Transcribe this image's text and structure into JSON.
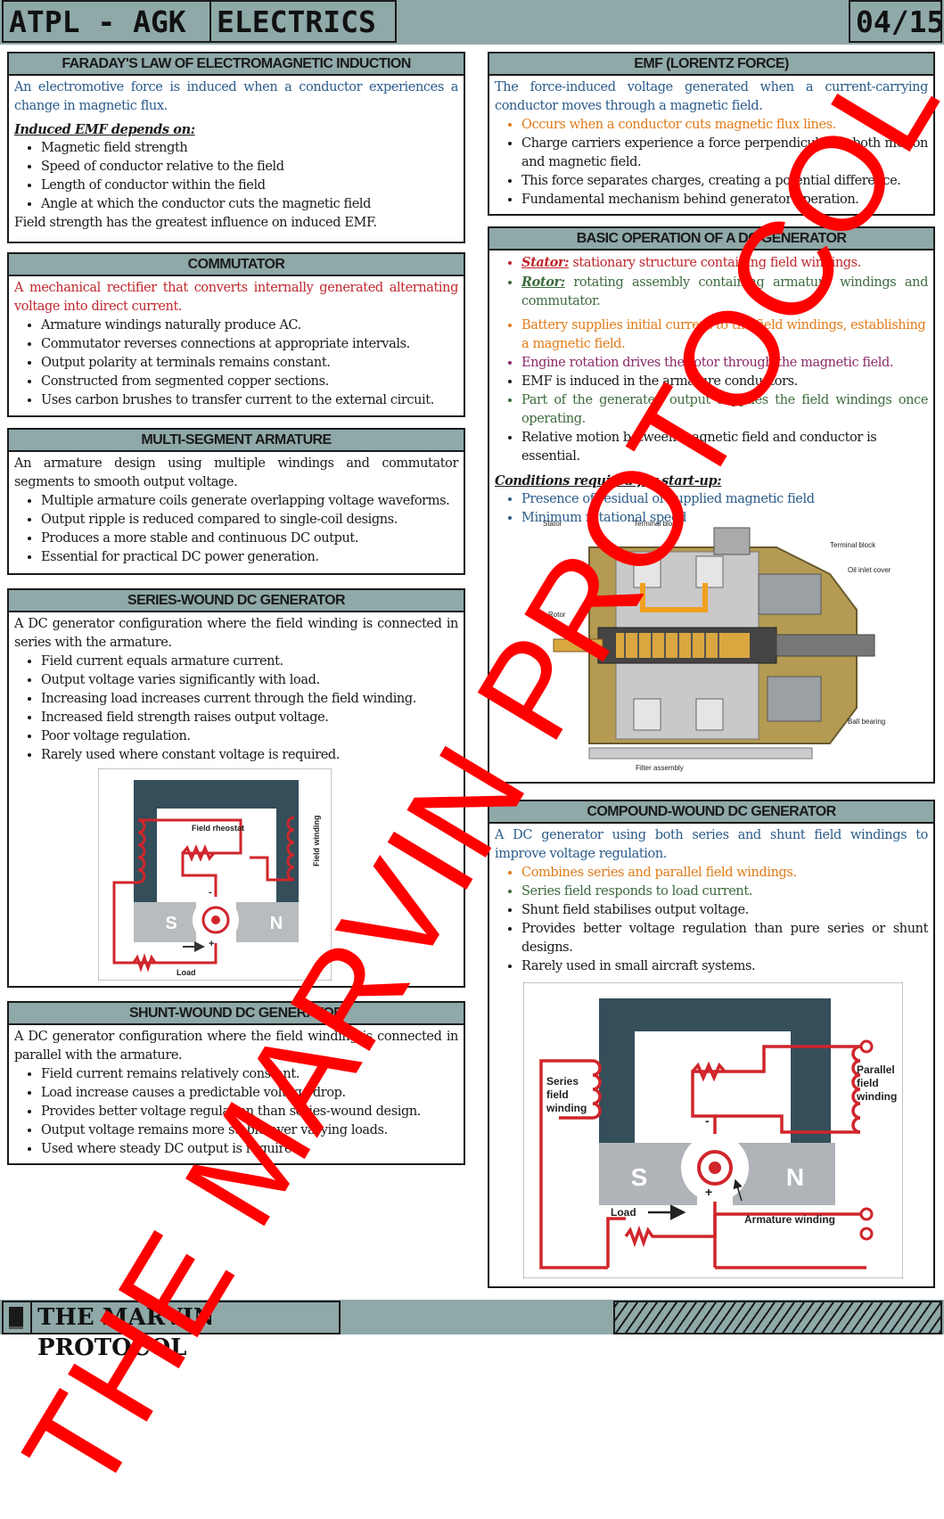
{
  "header": {
    "course": "ATPL - AGK",
    "subject": "ELECTRICS",
    "page": "04/15"
  },
  "faraday": {
    "title": "FARADAY'S LAW OF ELECTROMAGNETIC INDUCTION",
    "intro": "An electromotive force is induced when a conductor experiences a change in magnetic flux.",
    "subheading": "Induced EMF depends on:",
    "items": [
      "Magnetic field strength",
      "Speed of conductor relative to the field",
      "Length of conductor within the field",
      "Angle at which the conductor cuts the magnetic field"
    ],
    "note": "Field strength has the greatest influence on induced EMF."
  },
  "commutator": {
    "title": "COMMUTATOR",
    "intro": "A mechanical rectifier that converts internally generated alternating voltage into direct current.",
    "items": [
      "Armature windings naturally produce AC.",
      "Commutator reverses connections at appropriate intervals.",
      "Output polarity at terminals remains constant.",
      "Constructed from segmented copper sections.",
      "Uses carbon brushes to transfer current to the external circuit."
    ]
  },
  "multi": {
    "title": "MULTI-SEGMENT ARMATURE",
    "intro": "An armature design using multiple windings and commutator segments to smooth output voltage.",
    "items": [
      "Multiple armature coils generate overlapping voltage waveforms.",
      "Output ripple is reduced compared to single-coil designs.",
      "Produces a more stable and continuous DC output.",
      "Essential for practical DC power generation."
    ]
  },
  "series": {
    "title": "SERIES-WOUND DC GENERATOR",
    "intro": "A DC generator configuration where the field winding is connected in series with the armature.",
    "items": [
      "Field current equals armature current.",
      "Output voltage varies significantly with load.",
      "Increasing load increases current through the field winding.",
      "Increased field strength raises output voltage.",
      "Poor voltage regulation.",
      "Rarely used where constant voltage is required."
    ],
    "diagram": {
      "rheostat": "Field rheostat",
      "winding": "Field winding",
      "load": "Load",
      "s": "S",
      "n": "N",
      "minus": "-",
      "plus": "+"
    }
  },
  "shunt": {
    "title": "SHUNT-WOUND DC GENERATOR",
    "intro": "A DC generator configuration where the field winding is connected in parallel with the armature.",
    "items": [
      "Field current remains relatively constant.",
      "Load increase causes a predictable voltage drop.",
      "Provides better voltage regulation than series-wound design.",
      "Output voltage remains more stable over varying loads.",
      "Used where steady DC output is required."
    ]
  },
  "emf": {
    "title": "EMF (LORENTZ FORCE)",
    "intro": "The force-induced voltage generated when a current-carrying conductor moves through a magnetic field.",
    "items": [
      "Occurs when a conductor cuts magnetic flux lines.",
      "Charge carriers experience a force perpendicular to both motion and magnetic field.",
      "This force separates charges, creating a potential difference.",
      "Fundamental mechanism behind generator operation."
    ]
  },
  "basic": {
    "title": "BASIC OPERATION OF A DC GENERATOR",
    "stator_label": "Stator:",
    "stator_text": " stationary structure containing field windings.",
    "rotor_label": "Rotor:",
    "rotor_text": " rotating assembly containing armature windings and commutator.",
    "items": [
      "Battery supplies initial current to the field windings, establishing a magnetic field.",
      "Engine rotation drives the rotor through the magnetic field.",
      "EMF is induced in the armature conductors.",
      "Part of the generated output supplies the field windings once operating.",
      "Relative motion between magnetic field and conductor is essential."
    ],
    "subheading": "Conditions required for start-up:",
    "conditions": [
      "Presence of residual or supplied magnetic field",
      "Minimum rotational speed"
    ],
    "diagram": {
      "stator": "Stator",
      "terminal_block_top": "Terminal block",
      "terminal_block": "Terminal block",
      "oil_inlet": "Oil inlet cover",
      "rotor": "Rotor",
      "ball_bearing": "Ball bearing",
      "filter": "Filter assembly"
    }
  },
  "compound": {
    "title": "COMPOUND-WOUND DC GENERATOR",
    "intro": "A DC generator using both series and shunt field windings to improve voltage regulation.",
    "items": [
      "Combines series and parallel field windings.",
      "Series field responds to load current.",
      "Shunt field stabilises output voltage.",
      "Provides better voltage regulation than pure series or shunt designs.",
      "Rarely used in small aircraft systems."
    ],
    "diagram": {
      "series_line1": "Series",
      "series_line2": "field",
      "series_line3": "winding",
      "parallel_line1": "Parallel",
      "parallel_line2": "field",
      "parallel_line3": "winding",
      "load": "Load",
      "armature": "Armature winding",
      "s": "S",
      "n": "N",
      "minus": "-",
      "plus": "+"
    }
  },
  "footer": {
    "brand": "THE MARVIN PROTOCOL"
  },
  "watermark": "THE MARVIN PROTOCOL",
  "colors": {
    "header_bg": "#8fa8a8",
    "blue": "#2a5b8a",
    "red": "#c0272d",
    "orange": "#e07b18",
    "green": "#3d6b3d",
    "purple": "#8a2a6a",
    "watermark": "#ff0000"
  }
}
